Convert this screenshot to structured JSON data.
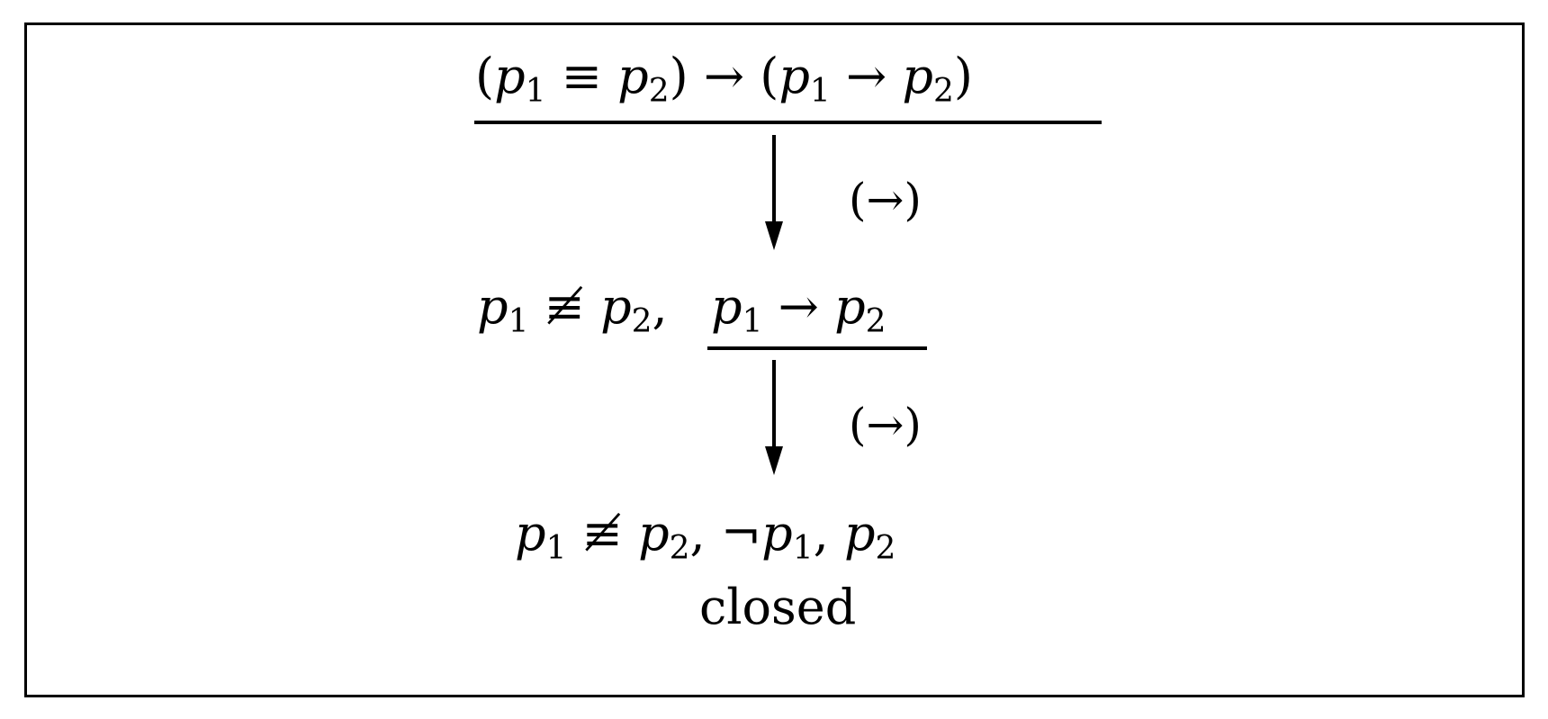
{
  "tableau": {
    "root": {
      "parts": [
        {
          "t": "(",
          "i": false
        },
        {
          "t": "p",
          "i": true
        },
        {
          "t": "1",
          "sub": true
        },
        {
          "t": " ≡ ",
          "i": false
        },
        {
          "t": "p",
          "i": true
        },
        {
          "t": "2",
          "sub": true
        },
        {
          "t": ") → (",
          "i": false
        },
        {
          "t": "p",
          "i": true
        },
        {
          "t": "1",
          "sub": true
        },
        {
          "t": " → ",
          "i": false
        },
        {
          "t": "p",
          "i": true
        },
        {
          "t": "2",
          "sub": true
        },
        {
          "t": ")",
          "i": false
        }
      ]
    },
    "step1": {
      "rule_label": "(→)"
    },
    "node2": {
      "prefix_parts": [
        {
          "t": "p",
          "i": true
        },
        {
          "t": "1",
          "sub": true
        },
        {
          "t": " ≢ ",
          "i": false
        },
        {
          "t": "p",
          "i": true
        },
        {
          "t": "2",
          "sub": true
        },
        {
          "t": ", ",
          "i": false
        }
      ],
      "active_parts": [
        {
          "t": "p",
          "i": true
        },
        {
          "t": "1",
          "sub": true
        },
        {
          "t": " → ",
          "i": false
        },
        {
          "t": "p",
          "i": true
        },
        {
          "t": "2",
          "sub": true
        }
      ]
    },
    "step2": {
      "rule_label": "(→)"
    },
    "node3": {
      "parts": [
        {
          "t": "p",
          "i": true
        },
        {
          "t": "1",
          "sub": true
        },
        {
          "t": " ≢ ",
          "i": false
        },
        {
          "t": "p",
          "i": true
        },
        {
          "t": "2",
          "sub": true
        },
        {
          "t": ", ¬",
          "i": false
        },
        {
          "t": "p",
          "i": true
        },
        {
          "t": "1",
          "sub": true
        },
        {
          "t": ", ",
          "i": false
        },
        {
          "t": "p",
          "i": true
        },
        {
          "t": "2",
          "sub": true
        }
      ],
      "status": "closed"
    }
  }
}
